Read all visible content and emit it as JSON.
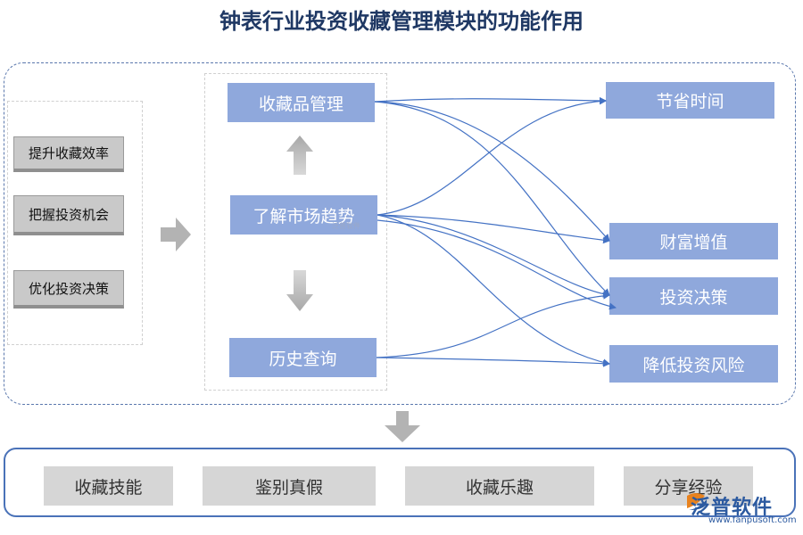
{
  "title": "钟表行业投资收藏管理模块的功能作用",
  "left_items": [
    "提升收藏效率",
    "把握投资机会",
    "优化投资决策"
  ],
  "center_items": [
    "收藏品管理",
    "了解市场趋势",
    "历史查询"
  ],
  "right_items": [
    "节省时间",
    "财富增值",
    "投资决策",
    "降低投资风险"
  ],
  "bottom_items": [
    "收藏技能",
    "鉴别真假",
    "收藏乐趣",
    "分享经验"
  ],
  "logo": {
    "text": "泛普软件",
    "url": "www.fanpusoft.com",
    "mini": "泛普软件"
  },
  "colors": {
    "title": "#1f3864",
    "blue_box": "#8fa8dc",
    "line": "#4472c4",
    "gray_box": "#c9c9c9",
    "frame": "#5b78ad"
  }
}
